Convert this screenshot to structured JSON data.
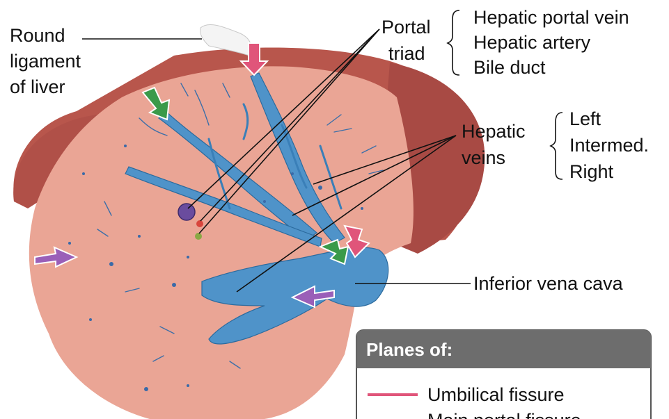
{
  "labels": {
    "round_ligament": [
      "Round",
      "ligament",
      "of liver"
    ],
    "portal_triad": [
      "Portal",
      "triad"
    ],
    "portal_triad_items": [
      "Hepatic portal vein",
      "Hepatic artery",
      "Bile duct"
    ],
    "hepatic_veins": [
      "Hepatic",
      "veins"
    ],
    "hepatic_veins_items": [
      "Left",
      "Intermed.",
      "Right"
    ],
    "inferior_vena_cava": "Inferior vena cava"
  },
  "legend": {
    "heading": "Planes of:",
    "items": [
      {
        "label": "Umbilical fissure",
        "color": "#e0557a"
      },
      {
        "label": "Main portal fissure",
        "color": "#3a9a4a"
      }
    ]
  },
  "colors": {
    "liver_surface": "#eaa595",
    "liver_rim": "#b8564c",
    "vessels": "#4f93c9",
    "legend_header": "#6d6d6d",
    "arrow_umbilical": "#e0557a",
    "arrow_portal": "#3a9a4a",
    "arrow_purple": "#9a5fb8"
  }
}
